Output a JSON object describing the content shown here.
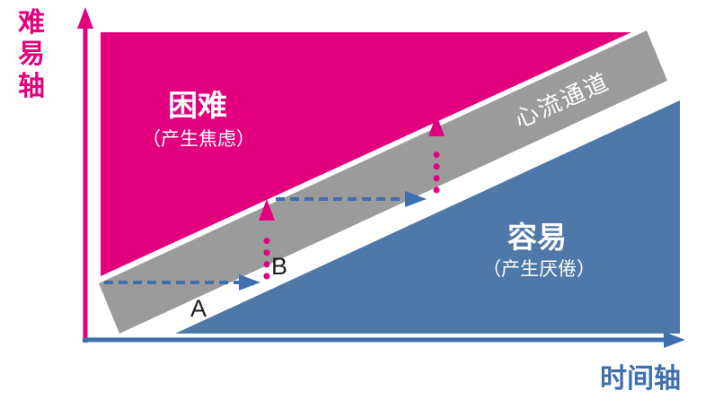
{
  "diagram_title": "flow-channel-diagram",
  "colors": {
    "magenta": "#e3007f",
    "region_blue": "#4e78a8",
    "channel_gray": "#9b9b9b",
    "axis_blue": "#3e6fae",
    "label_dark": "#1c1c1c",
    "white": "#ffffff"
  },
  "axes": {
    "y_label": "难易轴",
    "x_label": "时间轴"
  },
  "regions": {
    "difficult": {
      "label": "困难",
      "sublabel": "（产生焦虑）"
    },
    "easy": {
      "label": "容易",
      "sublabel": "（产生厌倦）"
    },
    "channel": {
      "label": "心流通道"
    }
  },
  "points": {
    "a": "A",
    "b": "B"
  }
}
